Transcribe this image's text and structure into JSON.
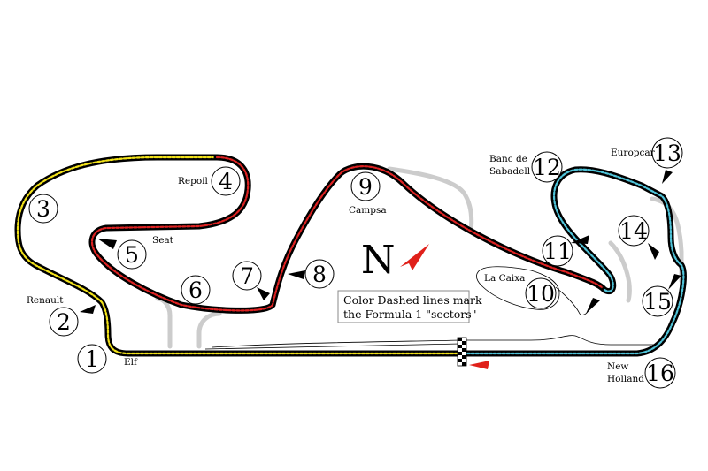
{
  "corners": [
    {
      "number": "1",
      "label": "Elf"
    },
    {
      "number": "2",
      "label": "Renault"
    },
    {
      "number": "3",
      "label": ""
    },
    {
      "number": "4",
      "label": "Repoil"
    },
    {
      "number": "5",
      "label": "Seat"
    },
    {
      "number": "6",
      "label": ""
    },
    {
      "number": "7",
      "label": ""
    },
    {
      "number": "8",
      "label": ""
    },
    {
      "number": "9",
      "label": "Campsa"
    },
    {
      "number": "10",
      "label": "La Caixa"
    },
    {
      "number": "11",
      "label": ""
    },
    {
      "number": "12",
      "label": "Banc de Sabadell"
    },
    {
      "number": "13",
      "label": "Europcar"
    },
    {
      "number": "14",
      "label": ""
    },
    {
      "number": "15",
      "label": ""
    },
    {
      "number": "16",
      "label": "New Holland"
    }
  ],
  "labels": {
    "banc_line1": "Banc de",
    "banc_line2": "Sabadell",
    "newholland_line1": "New",
    "newholland_line2": "Holland"
  },
  "compass": {
    "letter": "N",
    "arrow_color": "#e0201a"
  },
  "note": {
    "line1": "Color Dashed lines mark",
    "line2": "the Formula 1 \"sectors\""
  },
  "sectors": [
    {
      "sector": 1,
      "color": "#f2e21a"
    },
    {
      "sector": 2,
      "color": "#dd2222"
    },
    {
      "sector": 3,
      "color": "#4fc3d8"
    }
  ],
  "colors": {
    "track": "#000000",
    "unused_track": "#cccccc",
    "direction_arrow": "#e0201a"
  }
}
